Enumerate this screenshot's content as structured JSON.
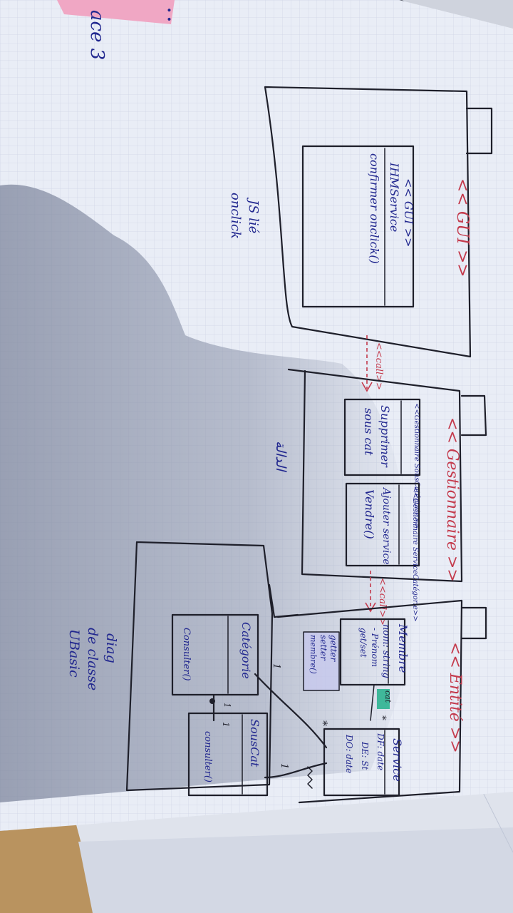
{
  "photo": {
    "subject": "hand-drawn UML package/class diagram on grid paper, photographed rotated 90 degrees",
    "colors": {
      "paper": "#e9edf6",
      "shadow": "#9aa1b6",
      "ink_black": "#1e1f2a",
      "ink_blue": "#22288f",
      "ink_red": "#c43a4c",
      "highlight_green": "#3fb89a",
      "highlight_pink": "#f0a7c4",
      "table_wood": "#b9935f"
    }
  },
  "packages": {
    "gui": {
      "title": "<< GUI >>",
      "class_header": "<< GUI >>",
      "class_name": "IHMService",
      "class_method": "confirmer onclick()"
    },
    "gestionnaire": {
      "title": "<< Gestionnaire >>",
      "class_a_header": "<<Gestionnaire SousCatégorie>>",
      "class_a_body_1": "Supprimer",
      "class_a_body_2": "sous cat",
      "class_b_header": "<<Gestionnaire ServiceCatégorie>>",
      "class_b_body_1": "Ajouter service",
      "class_b_body_2": "Vendre()"
    },
    "entite": {
      "title": "<< Entité >>",
      "membre_name": "Membre",
      "membre_attr_1": "nom: string",
      "membre_attr_2": "- Prénom",
      "membre_attr_3": "get/set",
      "membre_op_1": "getter",
      "membre_op_2": "setter",
      "membre_op_3": "membre()",
      "service_name": "Service",
      "service_attr_1": "DF: date",
      "service_attr_2": "DE: St",
      "service_attr_3": "DO: date",
      "categorie_name": "Catégorie",
      "categorie_op": "Consulter()",
      "souscat_name": "SousCat",
      "souscat_op": "consulter()"
    }
  },
  "relations": {
    "call_1": "<<call>>",
    "call_2": "<<call>>",
    "mult_star_1": "*",
    "mult_star_2": "*",
    "mult_one_1": "1",
    "mult_one_2": "1",
    "mult_one_3": "1",
    "mult_one_4": "1"
  },
  "margin_notes": {
    "js_note_line_1": "JS lié",
    "js_note_line_2": "onclick",
    "arabic_note": "الدالة",
    "diag_line_1": "diag",
    "diag_line_2": "de classe",
    "diag_line_3": "UBasic"
  },
  "top_strip_text": "ace 3"
}
